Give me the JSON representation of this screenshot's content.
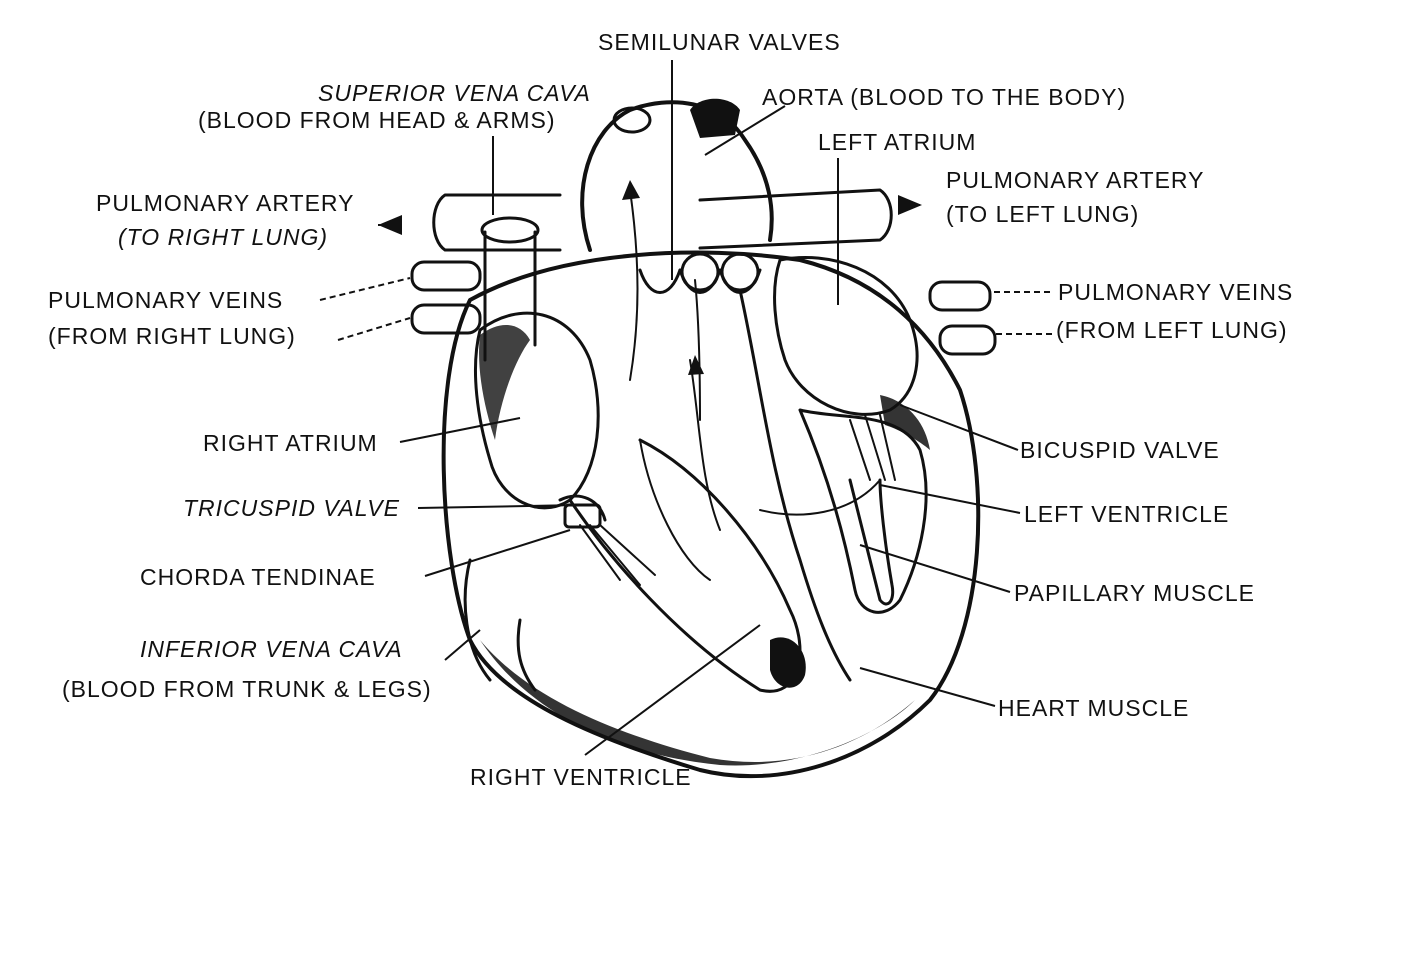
{
  "labels": {
    "semilunar_valves": "SEMILUNAR VALVES",
    "superior_vena_cava": "SUPERIOR VENA CAVA",
    "superior_vena_cava_note": "(BLOOD FROM HEAD & ARMS)",
    "aorta": "AORTA (BLOOD TO THE BODY)",
    "left_atrium": "LEFT ATRIUM",
    "pulmonary_artery_right": "PULMONARY ARTERY",
    "pulmonary_artery_right_note": "(TO RIGHT LUNG)",
    "pulmonary_artery_left": "PULMONARY ARTERY",
    "pulmonary_artery_left_note": "(TO LEFT LUNG)",
    "pulmonary_veins_right": "PULMONARY VEINS",
    "pulmonary_veins_right_note": "(FROM RIGHT LUNG)",
    "pulmonary_veins_left": "PULMONARY VEINS",
    "pulmonary_veins_left_note": "(FROM LEFT LUNG)",
    "right_atrium": "RIGHT ATRIUM",
    "tricuspid_valve": "TRICUSPID VALVE",
    "chorda_tendinae": "CHORDA TENDINAE",
    "inferior_vena_cava": "INFERIOR VENA CAVA",
    "inferior_vena_cava_note": "(BLOOD FROM TRUNK & LEGS)",
    "right_ventricle": "RIGHT VENTRICLE",
    "bicuspid_valve": "BICUSPID VALVE",
    "left_ventricle": "LEFT VENTRICLE",
    "papillary_muscle": "PAPILLARY MUSCLE",
    "heart_muscle": "HEART MUSCLE"
  },
  "colors": {
    "ink": "#111111",
    "paper": "#ffffff"
  }
}
